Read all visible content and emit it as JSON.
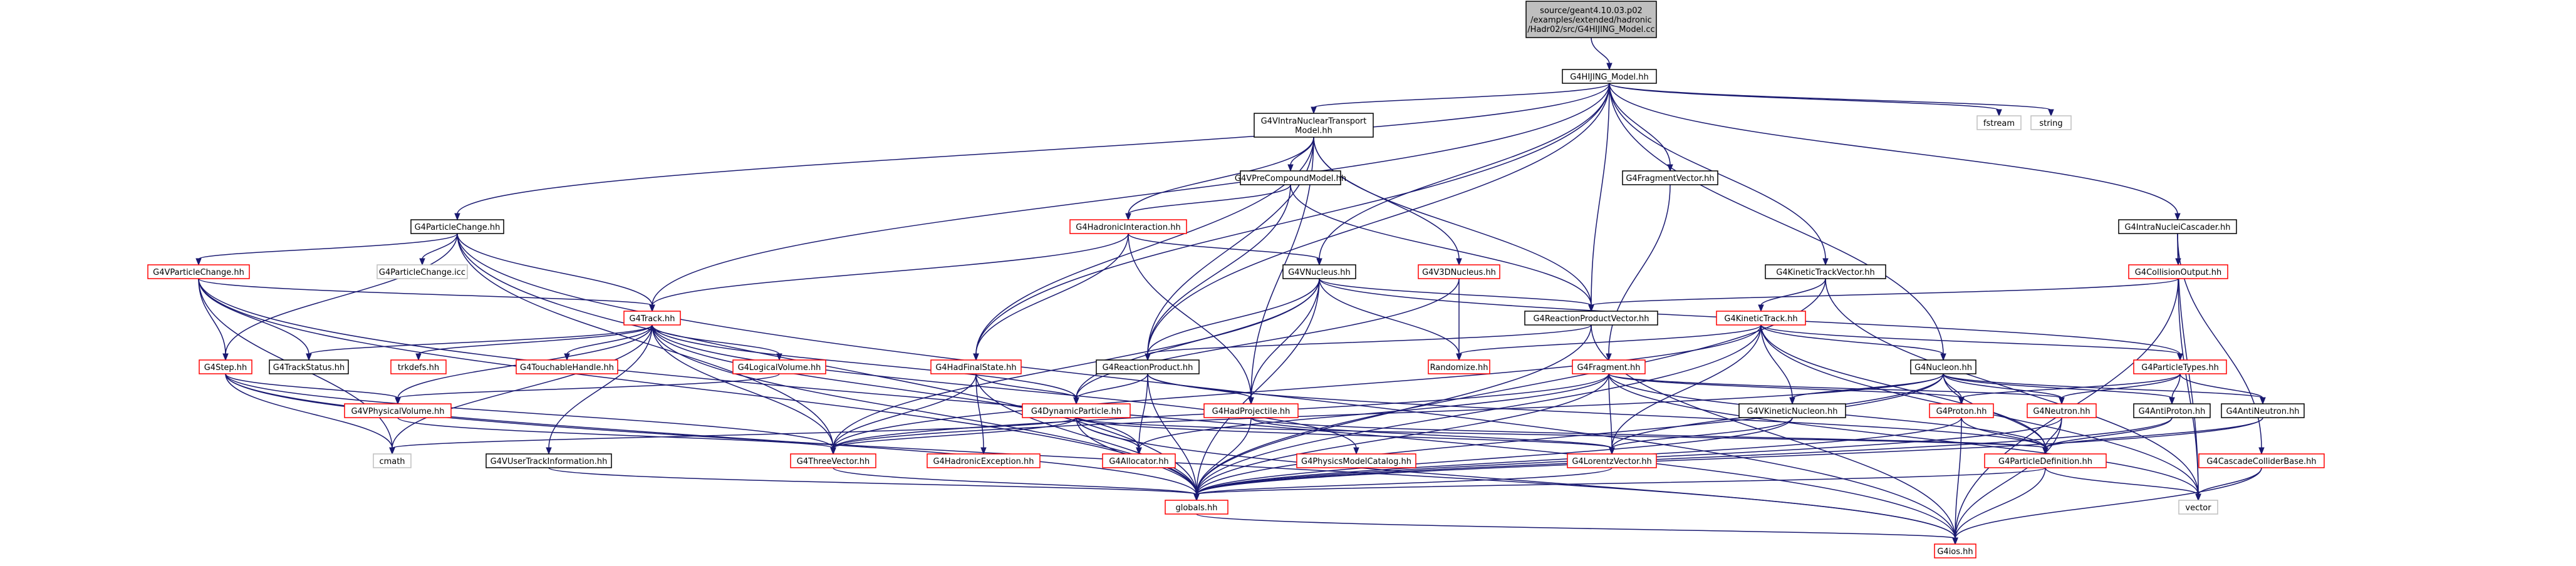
{
  "colors": {
    "root_fill": "#bfbfbf",
    "node_fill": "#ffffff",
    "node_border": "#000000",
    "ext_border": "#bfbfbf",
    "incomplete_border": "#ff0000",
    "link_text": "#ff0000",
    "text": "#000000",
    "edge": "#191970"
  },
  "nodes": [
    {
      "id": "src",
      "lines": [
        "source/geant4.10.03.p02",
        "/examples/extended/hadronic",
        "/Hadr02/src/G4HIJING_Model.cc"
      ],
      "kind": "root"
    },
    {
      "id": "hijing",
      "lines": [
        "G4HIJING_Model.hh"
      ],
      "kind": "normal"
    },
    {
      "id": "fstream",
      "lines": [
        "fstream"
      ],
      "kind": "ext"
    },
    {
      "id": "string",
      "lines": [
        "string"
      ],
      "kind": "ext"
    },
    {
      "id": "intranuc",
      "lines": [
        "G4VIntraNuclearTransport",
        "Model.hh"
      ],
      "kind": "normal"
    },
    {
      "id": "particlechange",
      "lines": [
        "G4ParticleChange.hh"
      ],
      "kind": "normal"
    },
    {
      "id": "vprecomp",
      "lines": [
        "G4VPreCompoundModel.hh"
      ],
      "kind": "normal"
    },
    {
      "id": "fragvector",
      "lines": [
        "G4FragmentVector.hh"
      ],
      "kind": "normal"
    },
    {
      "id": "intranuclcasc",
      "lines": [
        "G4IntraNucleiCascader.hh"
      ],
      "kind": "normal"
    },
    {
      "id": "vparticlechange",
      "lines": [
        "G4VParticleChange.hh"
      ],
      "kind": "incomplete"
    },
    {
      "id": "particlechangeicc",
      "lines": [
        "G4ParticleChange.icc"
      ],
      "kind": "ext"
    },
    {
      "id": "hadint",
      "lines": [
        "G4HadronicInteraction.hh"
      ],
      "kind": "incomplete"
    },
    {
      "id": "kinetictrackvector",
      "lines": [
        "G4KineticTrackVector.hh"
      ],
      "kind": "normal"
    },
    {
      "id": "collisionoutput",
      "lines": [
        "G4CollisionOutput.hh"
      ],
      "kind": "incomplete"
    },
    {
      "id": "track",
      "lines": [
        "G4Track.hh"
      ],
      "kind": "incomplete"
    },
    {
      "id": "vnucleus",
      "lines": [
        "G4VNucleus.hh"
      ],
      "kind": "normal"
    },
    {
      "id": "v3dnucleus",
      "lines": [
        "G4V3DNucleus.hh"
      ],
      "kind": "incomplete"
    },
    {
      "id": "reactionproductvector",
      "lines": [
        "G4ReactionProductVector.hh"
      ],
      "kind": "normal"
    },
    {
      "id": "kinetictrack",
      "lines": [
        "G4KineticTrack.hh"
      ],
      "kind": "incomplete"
    },
    {
      "id": "step",
      "lines": [
        "G4Step.hh"
      ],
      "kind": "incomplete"
    },
    {
      "id": "trackstatus",
      "lines": [
        "G4TrackStatus.hh"
      ],
      "kind": "normal"
    },
    {
      "id": "trkdefs",
      "lines": [
        "trkdefs.hh"
      ],
      "kind": "incomplete"
    },
    {
      "id": "touchablehandle",
      "lines": [
        "G4TouchableHandle.hh"
      ],
      "kind": "incomplete"
    },
    {
      "id": "logicalvolume",
      "lines": [
        "G4LogicalVolume.hh"
      ],
      "kind": "incomplete"
    },
    {
      "id": "hadfinalstate",
      "lines": [
        "G4HadFinalState.hh"
      ],
      "kind": "incomplete"
    },
    {
      "id": "reactionproduct",
      "lines": [
        "G4ReactionProduct.hh"
      ],
      "kind": "normal"
    },
    {
      "id": "randomize",
      "lines": [
        "Randomize.hh"
      ],
      "kind": "incomplete"
    },
    {
      "id": "fragment",
      "lines": [
        "G4Fragment.hh"
      ],
      "kind": "incomplete"
    },
    {
      "id": "nucleon",
      "lines": [
        "G4Nucleon.hh"
      ],
      "kind": "normal"
    },
    {
      "id": "particletypes",
      "lines": [
        "G4ParticleTypes.hh"
      ],
      "kind": "incomplete"
    },
    {
      "id": "vphysicalvolume",
      "lines": [
        "G4VPhysicalVolume.hh"
      ],
      "kind": "incomplete"
    },
    {
      "id": "dynamicparticle",
      "lines": [
        "G4DynamicParticle.hh"
      ],
      "kind": "incomplete"
    },
    {
      "id": "hadprojectile",
      "lines": [
        "G4HadProjectile.hh"
      ],
      "kind": "incomplete"
    },
    {
      "id": "vkineticnucleon",
      "lines": [
        "G4VKineticNucleon.hh"
      ],
      "kind": "normal"
    },
    {
      "id": "proton",
      "lines": [
        "G4Proton.hh"
      ],
      "kind": "incomplete"
    },
    {
      "id": "neutron",
      "lines": [
        "G4Neutron.hh"
      ],
      "kind": "incomplete"
    },
    {
      "id": "antiproton",
      "lines": [
        "G4AntiProton.hh"
      ],
      "kind": "normal"
    },
    {
      "id": "antineutron",
      "lines": [
        "G4AntiNeutron.hh"
      ],
      "kind": "normal"
    },
    {
      "id": "cmath",
      "lines": [
        "cmath"
      ],
      "kind": "ext"
    },
    {
      "id": "vusertrackinfo",
      "lines": [
        "G4VUserTrackInformation.hh"
      ],
      "kind": "normal"
    },
    {
      "id": "threevector",
      "lines": [
        "G4ThreeVector.hh"
      ],
      "kind": "incomplete"
    },
    {
      "id": "hadexception",
      "lines": [
        "G4HadronicException.hh"
      ],
      "kind": "incomplete"
    },
    {
      "id": "allocator",
      "lines": [
        "G4Allocator.hh"
      ],
      "kind": "incomplete"
    },
    {
      "id": "physicsmodelcatalog",
      "lines": [
        "G4PhysicsModelCatalog.hh"
      ],
      "kind": "incomplete"
    },
    {
      "id": "lorentzvector",
      "lines": [
        "G4LorentzVector.hh"
      ],
      "kind": "incomplete"
    },
    {
      "id": "particledefinition",
      "lines": [
        "G4ParticleDefinition.hh"
      ],
      "kind": "incomplete"
    },
    {
      "id": "cascadecolliderbase",
      "lines": [
        "G4CascadeColliderBase.hh"
      ],
      "kind": "incomplete"
    },
    {
      "id": "globals",
      "lines": [
        "globals.hh"
      ],
      "kind": "incomplete"
    },
    {
      "id": "vector",
      "lines": [
        "vector"
      ],
      "kind": "ext"
    },
    {
      "id": "g4ios",
      "lines": [
        "G4ios.hh"
      ],
      "kind": "incomplete"
    }
  ],
  "edges": [
    [
      "src",
      "hijing"
    ],
    [
      "hijing",
      "fstream"
    ],
    [
      "hijing",
      "string"
    ],
    [
      "hijing",
      "intranuc"
    ],
    [
      "hijing",
      "particlechange"
    ],
    [
      "hijing",
      "fragvector"
    ],
    [
      "hijing",
      "intranuclcasc"
    ],
    [
      "hijing",
      "track"
    ],
    [
      "hijing",
      "vnucleus"
    ],
    [
      "hijing",
      "reactionproductvector"
    ],
    [
      "hijing",
      "kinetictrackvector"
    ],
    [
      "hijing",
      "hadfinalstate"
    ],
    [
      "hijing",
      "reactionproduct"
    ],
    [
      "hijing",
      "nucleon"
    ],
    [
      "intranuc",
      "vprecomp"
    ],
    [
      "intranuc",
      "hadint"
    ],
    [
      "intranuc",
      "v3dnucleus"
    ],
    [
      "intranuc",
      "reactionproductvector"
    ],
    [
      "intranuc",
      "hadfinalstate"
    ],
    [
      "intranuc",
      "hadprojectile"
    ],
    [
      "intranuc",
      "reactionproduct"
    ],
    [
      "particlechange",
      "vparticlechange"
    ],
    [
      "particlechange",
      "particlechangeicc"
    ],
    [
      "particlechange",
      "track"
    ],
    [
      "particlechange",
      "step"
    ],
    [
      "particlechange",
      "threevector"
    ],
    [
      "particlechange",
      "globals"
    ],
    [
      "particlechange",
      "g4ios"
    ],
    [
      "vprecomp",
      "hadint"
    ],
    [
      "vprecomp",
      "reactionproductvector"
    ],
    [
      "vprecomp",
      "reactionproduct"
    ],
    [
      "fragvector",
      "fragment"
    ],
    [
      "intranuclcasc",
      "collisionoutput"
    ],
    [
      "intranuclcasc",
      "cascadecolliderbase"
    ],
    [
      "intranuclcasc",
      "vector"
    ],
    [
      "vparticlechange",
      "track"
    ],
    [
      "vparticlechange",
      "step"
    ],
    [
      "vparticlechange",
      "trackstatus"
    ],
    [
      "vparticlechange",
      "globals"
    ],
    [
      "vparticlechange",
      "g4ios"
    ],
    [
      "vparticlechange",
      "cmath"
    ],
    [
      "hadint",
      "track"
    ],
    [
      "hadint",
      "vnucleus"
    ],
    [
      "hadint",
      "hadfinalstate"
    ],
    [
      "hadint",
      "hadprojectile"
    ],
    [
      "kinetictrackvector",
      "kinetictrack"
    ],
    [
      "kinetictrackvector",
      "globals"
    ],
    [
      "kinetictrackvector",
      "vector"
    ],
    [
      "collisionoutput",
      "reactionproductvector"
    ],
    [
      "collisionoutput",
      "vector"
    ],
    [
      "collisionoutput",
      "g4ios"
    ],
    [
      "track",
      "trackstatus"
    ],
    [
      "track",
      "trkdefs"
    ],
    [
      "track",
      "touchablehandle"
    ],
    [
      "track",
      "logicalvolume"
    ],
    [
      "track",
      "vphysicalvolume"
    ],
    [
      "track",
      "threevector"
    ],
    [
      "track",
      "dynamicparticle"
    ],
    [
      "track",
      "vusertrackinfo"
    ],
    [
      "track",
      "cmath"
    ],
    [
      "track",
      "allocator"
    ],
    [
      "track",
      "physicsmodelcatalog"
    ],
    [
      "track",
      "globals"
    ],
    [
      "vnucleus",
      "reactionproductvector"
    ],
    [
      "vnucleus",
      "reactionproduct"
    ],
    [
      "vnucleus",
      "randomize"
    ],
    [
      "vnucleus",
      "dynamicparticle"
    ],
    [
      "vnucleus",
      "hadprojectile"
    ],
    [
      "vnucleus",
      "threevector"
    ],
    [
      "vnucleus",
      "globals"
    ],
    [
      "vnucleus",
      "particletypes"
    ],
    [
      "v3dnucleus",
      "randomize"
    ],
    [
      "v3dnucleus",
      "dynamicparticle"
    ],
    [
      "reactionproductvector",
      "reactionproduct"
    ],
    [
      "reactionproductvector",
      "globals"
    ],
    [
      "reactionproductvector",
      "g4ios"
    ],
    [
      "kinetictrack",
      "randomize"
    ],
    [
      "kinetictrack",
      "nucleon"
    ],
    [
      "kinetictrack",
      "vkineticnucleon"
    ],
    [
      "kinetictrack",
      "threevector"
    ],
    [
      "kinetictrack",
      "lorentzvector"
    ],
    [
      "kinetictrack",
      "particledefinition"
    ],
    [
      "kinetictrack",
      "particletypes"
    ],
    [
      "kinetictrack",
      "globals"
    ],
    [
      "kinetictrack",
      "vector"
    ],
    [
      "step",
      "cmath"
    ],
    [
      "step",
      "vphysicalvolume"
    ],
    [
      "step",
      "threevector"
    ],
    [
      "step",
      "globals"
    ],
    [
      "step",
      "g4ios"
    ],
    [
      "logicalvolume",
      "vphysicalvolume"
    ],
    [
      "hadfinalstate",
      "dynamicparticle"
    ],
    [
      "hadfinalstate",
      "threevector"
    ],
    [
      "hadfinalstate",
      "hadexception"
    ],
    [
      "hadfinalstate",
      "globals"
    ],
    [
      "reactionproduct",
      "dynamicparticle"
    ],
    [
      "reactionproduct",
      "hadprojectile"
    ],
    [
      "reactionproduct",
      "allocator"
    ],
    [
      "reactionproduct",
      "globals"
    ],
    [
      "reactionproduct",
      "particledefinition"
    ],
    [
      "fragment",
      "globals"
    ],
    [
      "fragment",
      "allocator"
    ],
    [
      "fragment",
      "lorentzvector"
    ],
    [
      "fragment",
      "threevector"
    ],
    [
      "fragment",
      "proton"
    ],
    [
      "fragment",
      "neutron"
    ],
    [
      "fragment",
      "vector"
    ],
    [
      "fragment",
      "particledefinition"
    ],
    [
      "nucleon",
      "vkineticnucleon"
    ],
    [
      "nucleon",
      "threevector"
    ],
    [
      "nucleon",
      "lorentzvector"
    ],
    [
      "nucleon",
      "proton"
    ],
    [
      "nucleon",
      "neutron"
    ],
    [
      "nucleon",
      "antiproton"
    ],
    [
      "nucleon",
      "antineutron"
    ],
    [
      "nucleon",
      "globals"
    ],
    [
      "nucleon",
      "particledefinition"
    ],
    [
      "particletypes",
      "proton"
    ],
    [
      "particletypes",
      "neutron"
    ],
    [
      "particletypes",
      "antiproton"
    ],
    [
      "particletypes",
      "antineutron"
    ],
    [
      "vphysicalvolume",
      "threevector"
    ],
    [
      "dynamicparticle",
      "cmath"
    ],
    [
      "dynamicparticle",
      "threevector"
    ],
    [
      "dynamicparticle",
      "allocator"
    ],
    [
      "dynamicparticle",
      "lorentzvector"
    ],
    [
      "dynamicparticle",
      "particledefinition"
    ],
    [
      "dynamicparticle",
      "globals"
    ],
    [
      "dynamicparticle",
      "g4ios"
    ],
    [
      "hadprojectile",
      "globals"
    ],
    [
      "hadprojectile",
      "lorentzvector"
    ],
    [
      "hadprojectile",
      "particledefinition"
    ],
    [
      "vkineticnucleon",
      "lorentzvector"
    ],
    [
      "vkineticnucleon",
      "globals"
    ],
    [
      "proton",
      "particledefinition"
    ],
    [
      "proton",
      "globals"
    ],
    [
      "proton",
      "g4ios"
    ],
    [
      "neutron",
      "particledefinition"
    ],
    [
      "neutron",
      "globals"
    ],
    [
      "neutron",
      "g4ios"
    ],
    [
      "antiproton",
      "particledefinition"
    ],
    [
      "antiproton",
      "globals"
    ],
    [
      "antineutron",
      "particledefinition"
    ],
    [
      "antineutron",
      "globals"
    ],
    [
      "vusertrackinfo",
      "globals"
    ],
    [
      "threevector",
      "globals"
    ],
    [
      "lorentzvector",
      "globals"
    ],
    [
      "particledefinition",
      "globals"
    ],
    [
      "particledefinition",
      "g4ios"
    ],
    [
      "particledefinition",
      "vector"
    ],
    [
      "cascadecolliderbase",
      "vector"
    ],
    [
      "cascadecolliderbase",
      "g4ios"
    ],
    [
      "globals",
      "g4ios"
    ]
  ]
}
